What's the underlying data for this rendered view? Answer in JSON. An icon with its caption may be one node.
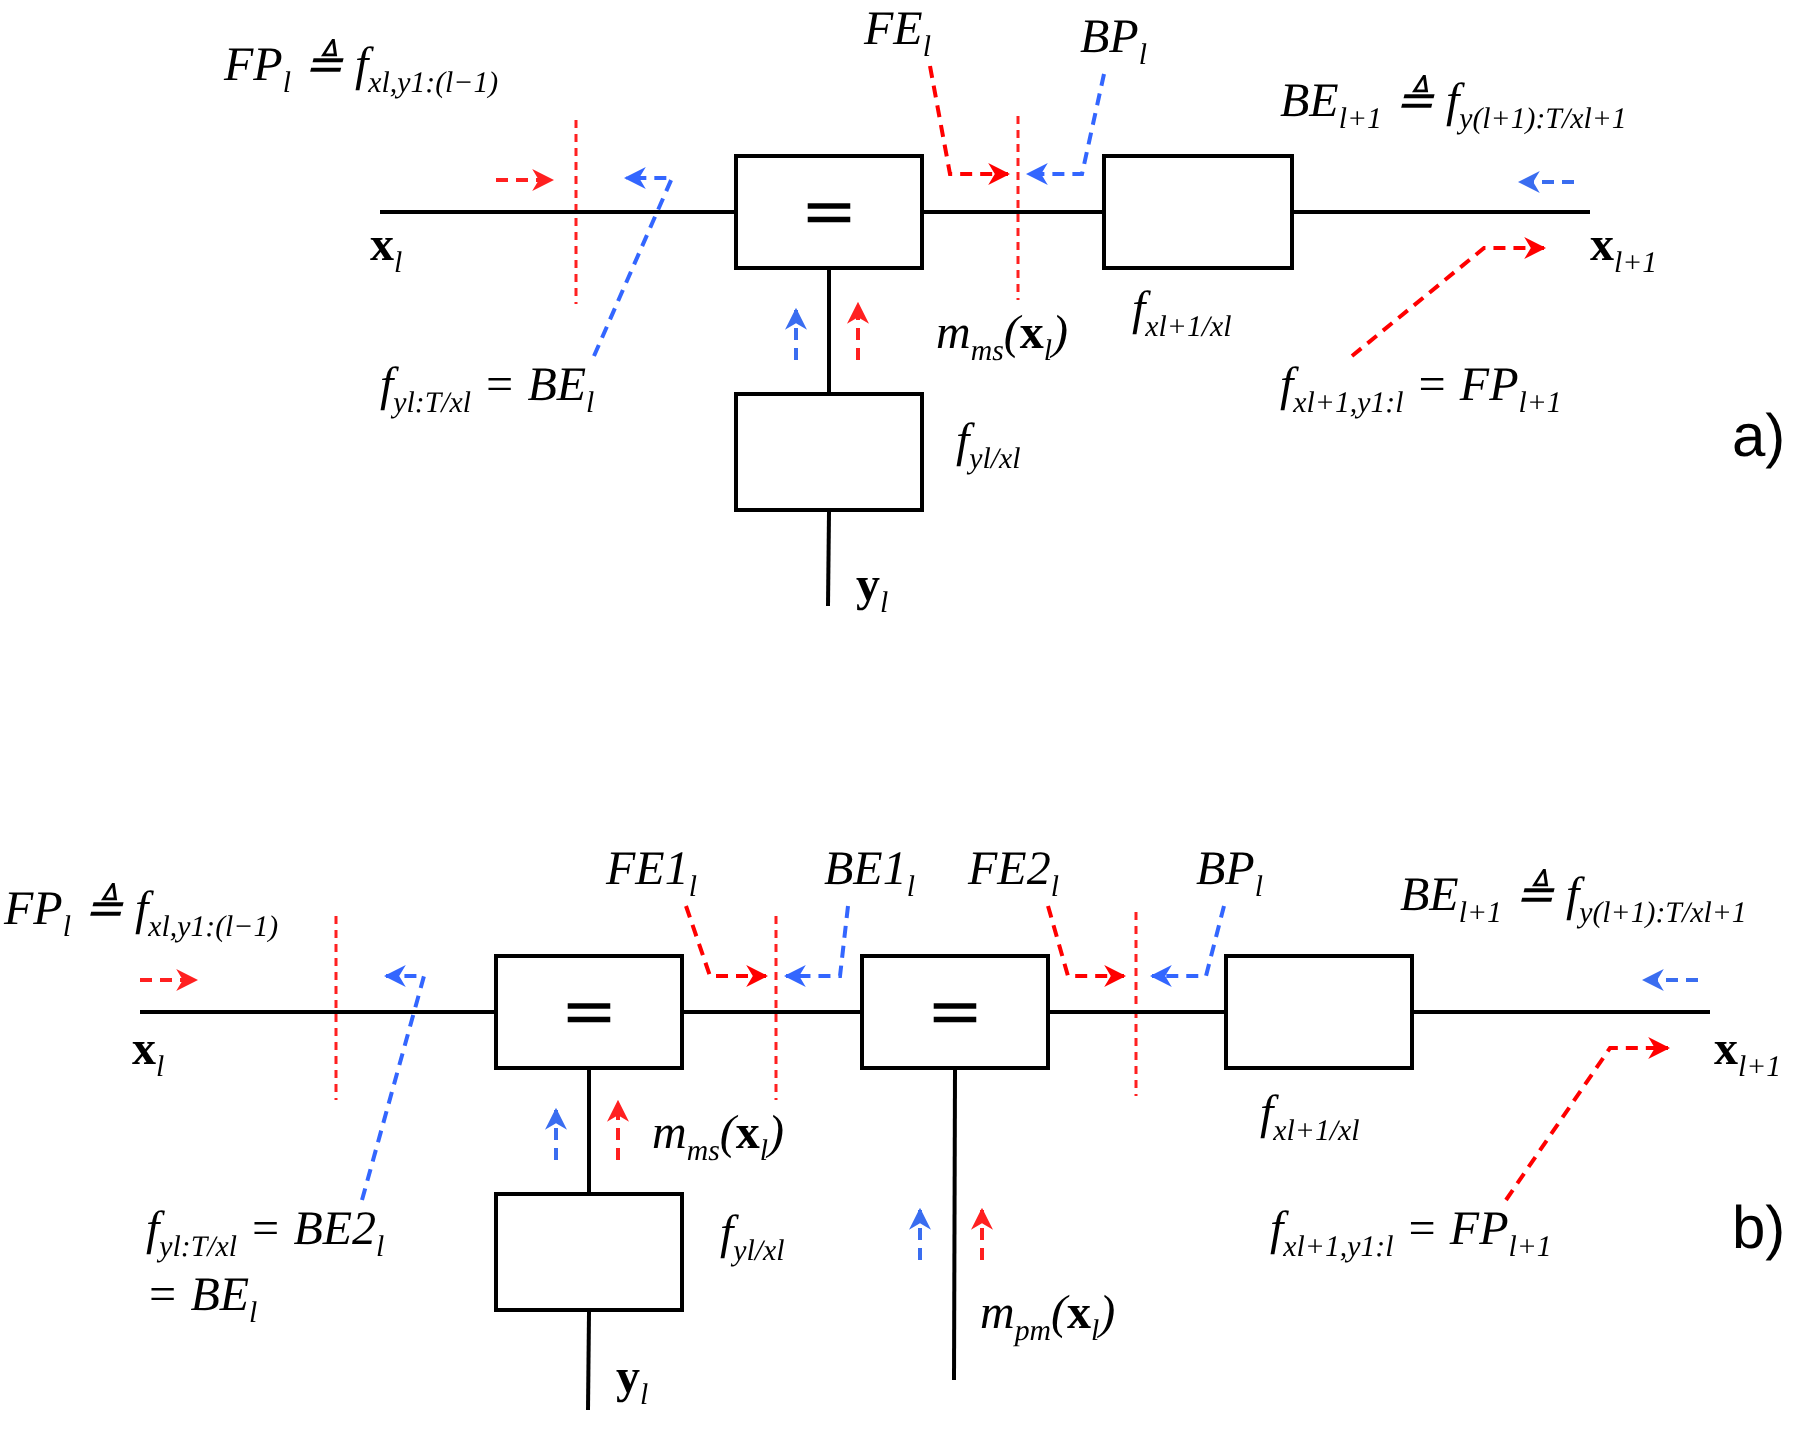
{
  "diagram": {
    "nodes": [
      {
        "text": [
          "="
        ]
      },
      {
        "text": [],
        "shape": "box",
        "beside": [
          "f$_{xl+1/xl}$"
        ]
      },
      {
        "text": [],
        "shape": "box",
        "beside": [
          "f$_{yl/xl}$"
        ]
      },
      {
        "text": [
          "FE$_{l}$"
        ]
      },
      {
        "text": [
          "BP$_{l}$"
        ]
      },
      {
        "text": [
          "f$_{yl:T/xl}$ = BE$_{l}$"
        ]
      },
      {
        "text": [
          "f$_{xl+1,y1:l}$ = FP$_{l+1}$"
        ]
      },
      {
        "text": [
          "="
        ]
      },
      {
        "text": [
          "="
        ]
      },
      {
        "text": [],
        "shape": "box",
        "beside": [
          "f$_{xl+1/xl}$"
        ]
      },
      {
        "text": [],
        "shape": "box",
        "beside": [
          "f$_{yl/xl}$"
        ]
      },
      {
        "text": [
          "FE1$_{l}$"
        ]
      },
      {
        "text": [
          "BE1$_{l}$"
        ]
      },
      {
        "text": [
          "FE2$_{l}$"
        ]
      },
      {
        "text": [
          "BP$_{l}$"
        ]
      },
      {
        "text": [
          "f$_{yl:T/xl}$ = BE2$_{l}$ = BE$_{l}$"
        ]
      },
      {
        "text": [
          "f$_{xl+1,y1:l}$ = FP$_{l+1}$"
        ]
      }
    ],
    "edges": [
      {
        "from": null,
        "to": 0,
        "arrow": "none"
      },
      {
        "from": 0,
        "to": 1,
        "arrow": "none"
      },
      {
        "from": 1,
        "to": null,
        "arrow": "none"
      },
      {
        "from": 0,
        "to": 2,
        "arrow": "none"
      },
      {
        "from": 2,
        "to": null,
        "arrow": "none"
      },
      {
        "from": 3,
        "to": null,
        "arrow": "to",
        "style": "dashed",
        "color": "#ff0000"
      },
      {
        "from": 4,
        "to": null,
        "arrow": "to",
        "style": "dashed",
        "color": "#3366ff"
      },
      {
        "from": 5,
        "to": null,
        "arrow": "to",
        "style": "dashed",
        "color": "#3366ff"
      },
      {
        "from": 6,
        "to": null,
        "arrow": "to",
        "style": "dashed",
        "color": "#ff0000"
      },
      {
        "from": null,
        "to": 7,
        "arrow": "none"
      },
      {
        "from": 7,
        "to": 8,
        "arrow": "none"
      },
      {
        "from": 8,
        "to": 9,
        "arrow": "none"
      },
      {
        "from": 9,
        "to": null,
        "arrow": "none"
      },
      {
        "from": 7,
        "to": 10,
        "arrow": "none"
      },
      {
        "from": 10,
        "to": null,
        "arrow": "none"
      },
      {
        "from": 8,
        "to": null,
        "arrow": "none"
      },
      {
        "from": 11,
        "to": null,
        "arrow": "to",
        "style": "dashed",
        "color": "#ff0000"
      },
      {
        "from": 12,
        "to": null,
        "arrow": "to",
        "style": "dashed",
        "color": "#3366ff"
      },
      {
        "from": 13,
        "to": null,
        "arrow": "to",
        "style": "dashed",
        "color": "#ff0000"
      },
      {
        "from": 14,
        "to": null,
        "arrow": "to",
        "style": "dashed",
        "color": "#3366ff"
      },
      {
        "from": 15,
        "to": null,
        "arrow": "to",
        "style": "dashed",
        "color": "#3366ff"
      },
      {
        "from": 16,
        "to": null,
        "arrow": "to",
        "style": "dashed",
        "color": "#ff0000"
      }
    ],
    "labels": [
      "FP$_{l}$ ≜ f$_{xl,y1:(l−1)}$",
      "BE$_{l+1}$ ≜ f$_{y(l+1):T/xl+1}$",
      "**x**$_{l}$",
      "**x**$_{l+1}$",
      "m$_{ms}$(**x**$_{l}$)",
      "**y**$_{l}$",
      "a)",
      "FP$_{l}$ ≜ f$_{xl,y1:(l−1)}$",
      "BE$_{l+1}$ ≜ f$_{y(l+1):T/xl+1}$",
      "**x**$_{l}$",
      "**x**$_{l+1}$",
      "m$_{ms}$(**x**$_{l}$)",
      "m$_{pm}$(**x**$_{l}$)",
      "**y**$_{l}$",
      "b)"
    ]
  }
}
